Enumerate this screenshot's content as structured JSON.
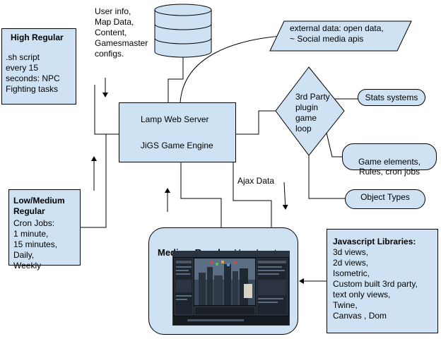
{
  "high_regular": {
    "title": "High Regular",
    "body": ".sh script\nevery 15\n seconds: NPC\nFighting tasks"
  },
  "low_medium_regular": {
    "title": "Low/Medium\nRegular",
    "body": "Cron Jobs:\n1 minute,\n15 minutes,\nDaily,\nWeekly"
  },
  "database": {
    "caption": "User info,\nMap Data,\nContent,\nGamesmaster\nconfigs."
  },
  "server": {
    "line1": "Lamp Web Server",
    "line2": "JiGS Game Engine"
  },
  "external_data": {
    "text": "external data: open data,\n~ Social media apis"
  },
  "plugin": {
    "text": "3rd Party\nplugin\ngame\nloop"
  },
  "outputs": {
    "stats": "Stats systems",
    "game_elements": "Game elements,\nRules, cron jobs",
    "object_types": "Object Types"
  },
  "ajax_label": "Ajax Data",
  "medium_regular": {
    "title": "Medium Regular",
    "suffix": ": User Input"
  },
  "js_libraries": {
    "title": "Javascript Libraries:",
    "body": "3d views,\n2d views,\nIsometric,\nCustom built 3rd party,\ntext only views,\nTwine,\nCanvas , Dom"
  },
  "colors": {
    "box_fill": "#cfe2f3",
    "stroke": "#000000"
  }
}
